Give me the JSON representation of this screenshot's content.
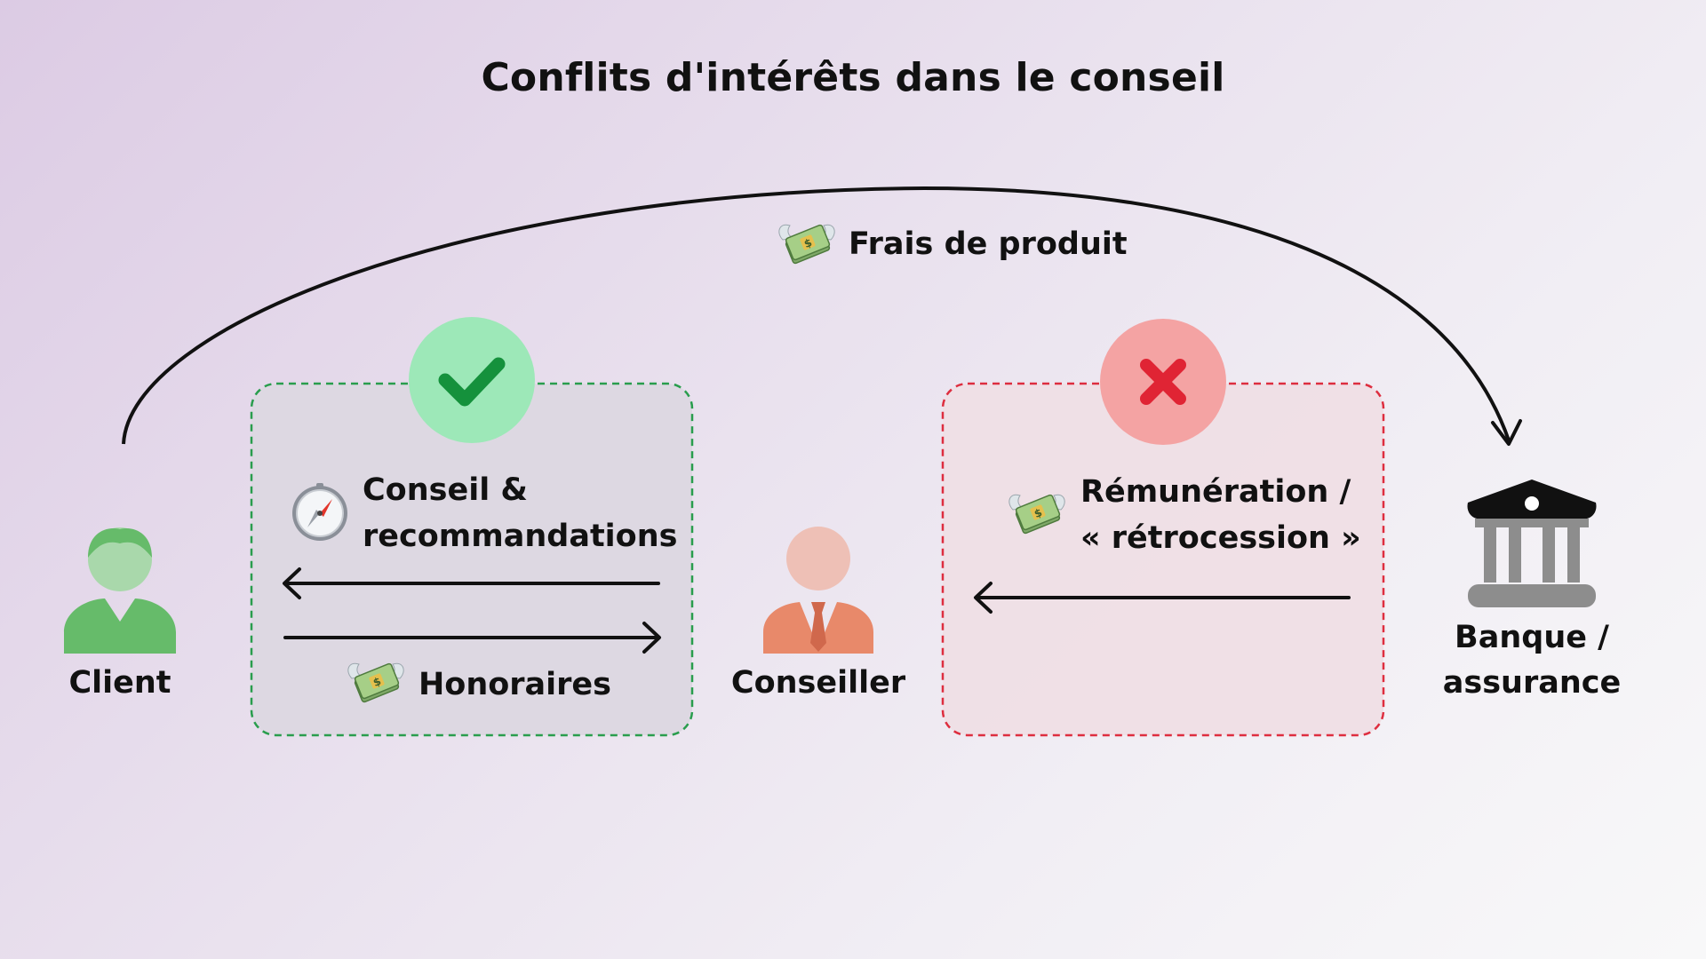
{
  "title": "Conflits d'intérêts dans le conseil",
  "nodes": {
    "client": {
      "label": "Client",
      "color": "#66bb6a"
    },
    "conseiller": {
      "label": "Conseiller",
      "color": "#e8896a"
    },
    "bank": {
      "label_line1": "Banque /",
      "label_line2": "assurance",
      "color": "#111111"
    }
  },
  "top_flow": {
    "label": "Frais de produit",
    "icon": "money-with-wings-icon"
  },
  "good_box": {
    "status_icon": "checkmark-icon",
    "border_color": "#1f9a45",
    "badge_color": "#9de8b8",
    "advice_line1": "Conseil &",
    "advice_line2": "recommandations",
    "advice_icon": "compass-icon",
    "fees_label": "Honoraires",
    "fees_icon": "money-with-wings-icon"
  },
  "bad_box": {
    "status_icon": "cross-icon",
    "border_color": "#dd2436",
    "badge_color": "#f4a3a3",
    "payment_line1": "Rémunération /",
    "payment_line2": "« rétrocession »",
    "payment_icon": "money-with-wings-icon"
  }
}
